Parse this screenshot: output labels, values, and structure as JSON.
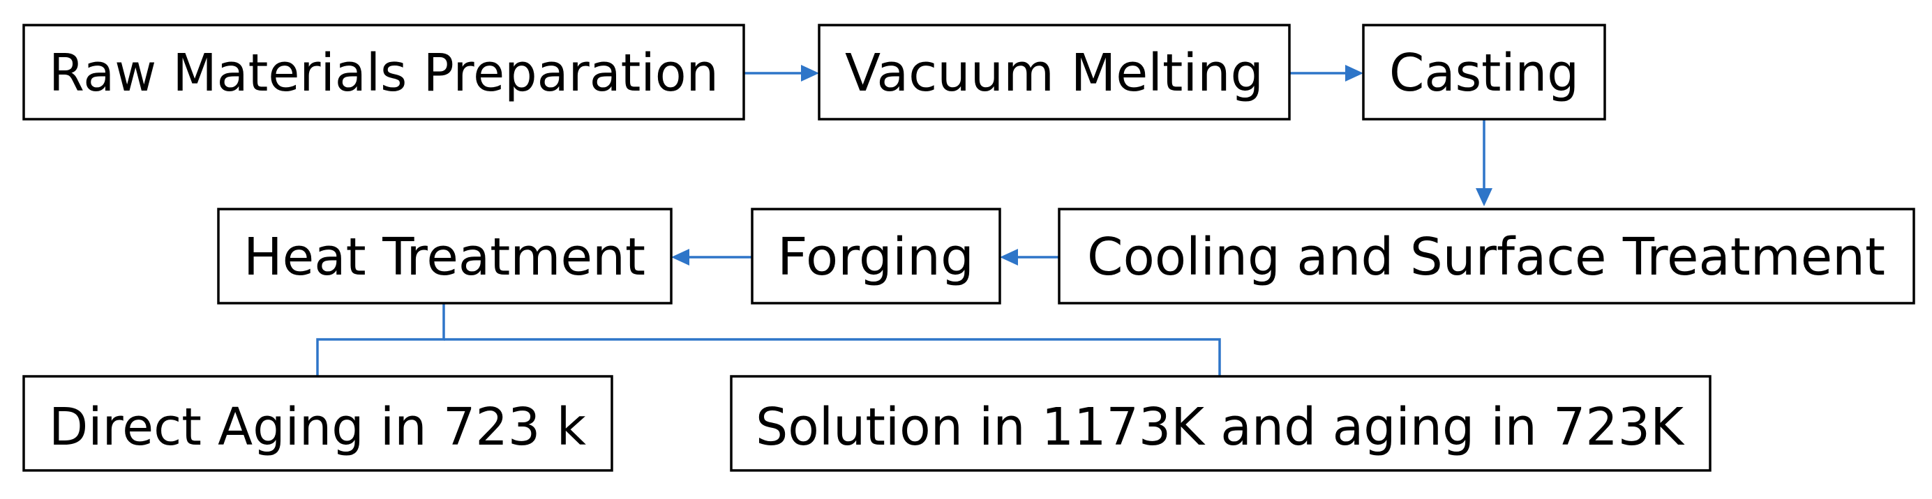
{
  "diagram": {
    "colors": {
      "connector": "#2e75c8",
      "box_border": "#000000",
      "text": "#000000",
      "background": "#ffffff"
    },
    "nodes": {
      "raw_materials": "Raw Materials Preparation",
      "vacuum_melting": "Vacuum Melting",
      "casting": "Casting",
      "cooling": "Cooling and Surface Treatment",
      "forging": "Forging",
      "heat_treatment": "Heat Treatment",
      "direct_aging": "Direct Aging in 723 k",
      "solution": "Solution in 1173K and aging in 723K"
    }
  }
}
